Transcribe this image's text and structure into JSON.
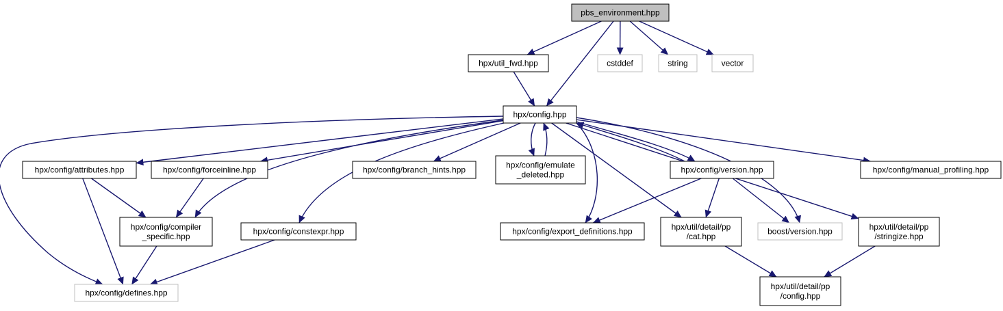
{
  "colors": {
    "background": "#ffffff",
    "edge": "#191970",
    "node_border": "#000000",
    "node_border_external": "#bfbfbf",
    "root_fill": "#bfbfbf",
    "node_fill": "#ffffff"
  },
  "nodes": [
    {
      "id": "pbs_env",
      "lines": [
        "pbs_environment.hpp"
      ],
      "style": "root"
    },
    {
      "id": "util_fwd",
      "lines": [
        "hpx/util_fwd.hpp"
      ],
      "style": "normal"
    },
    {
      "id": "cstddef",
      "lines": [
        "cstddef"
      ],
      "style": "external"
    },
    {
      "id": "string",
      "lines": [
        "string"
      ],
      "style": "external"
    },
    {
      "id": "vector",
      "lines": [
        "vector"
      ],
      "style": "external"
    },
    {
      "id": "config",
      "lines": [
        "hpx/config.hpp"
      ],
      "style": "normal"
    },
    {
      "id": "attributes",
      "lines": [
        "hpx/config/attributes.hpp"
      ],
      "style": "normal"
    },
    {
      "id": "forceinline",
      "lines": [
        "hpx/config/forceinline.hpp"
      ],
      "style": "normal"
    },
    {
      "id": "branch_hints",
      "lines": [
        "hpx/config/branch_hints.hpp"
      ],
      "style": "normal"
    },
    {
      "id": "emulate_deleted",
      "lines": [
        "hpx/config/emulate",
        "_deleted.hpp"
      ],
      "style": "normal"
    },
    {
      "id": "version",
      "lines": [
        "hpx/config/version.hpp"
      ],
      "style": "normal"
    },
    {
      "id": "manual_profiling",
      "lines": [
        "hpx/config/manual_profiling.hpp"
      ],
      "style": "normal"
    },
    {
      "id": "compiler_specific",
      "lines": [
        "hpx/config/compiler",
        "_specific.hpp"
      ],
      "style": "normal"
    },
    {
      "id": "constexpr",
      "lines": [
        "hpx/config/constexpr.hpp"
      ],
      "style": "normal"
    },
    {
      "id": "export_definitions",
      "lines": [
        "hpx/config/export_definitions.hpp"
      ],
      "style": "normal"
    },
    {
      "id": "pp_cat",
      "lines": [
        "hpx/util/detail/pp",
        "/cat.hpp"
      ],
      "style": "normal"
    },
    {
      "id": "boost_version",
      "lines": [
        "boost/version.hpp"
      ],
      "style": "external"
    },
    {
      "id": "pp_stringize",
      "lines": [
        "hpx/util/detail/pp",
        "/stringize.hpp"
      ],
      "style": "normal"
    },
    {
      "id": "defines",
      "lines": [
        "hpx/config/defines.hpp"
      ],
      "style": "external"
    },
    {
      "id": "pp_config",
      "lines": [
        "hpx/util/detail/pp",
        "/config.hpp"
      ],
      "style": "normal"
    }
  ],
  "edges": [
    {
      "from": "pbs_env",
      "to": "util_fwd"
    },
    {
      "from": "pbs_env",
      "to": "config"
    },
    {
      "from": "pbs_env",
      "to": "cstddef"
    },
    {
      "from": "pbs_env",
      "to": "string"
    },
    {
      "from": "pbs_env",
      "to": "vector"
    },
    {
      "from": "util_fwd",
      "to": "config"
    },
    {
      "from": "config",
      "to": "attributes"
    },
    {
      "from": "config",
      "to": "forceinline"
    },
    {
      "from": "config",
      "to": "branch_hints"
    },
    {
      "from": "config",
      "to": "emulate_deleted"
    },
    {
      "from": "config",
      "to": "version"
    },
    {
      "from": "config",
      "to": "manual_profiling"
    },
    {
      "from": "config",
      "to": "compiler_specific"
    },
    {
      "from": "config",
      "to": "constexpr"
    },
    {
      "from": "config",
      "to": "export_definitions"
    },
    {
      "from": "config",
      "to": "pp_cat"
    },
    {
      "from": "config",
      "to": "boost_version"
    },
    {
      "from": "config",
      "to": "pp_stringize"
    },
    {
      "from": "config",
      "to": "defines"
    },
    {
      "from": "emulate_deleted",
      "to": "config"
    },
    {
      "from": "version",
      "to": "config"
    },
    {
      "from": "version",
      "to": "export_definitions"
    },
    {
      "from": "version",
      "to": "pp_cat"
    },
    {
      "from": "version",
      "to": "boost_version"
    },
    {
      "from": "attributes",
      "to": "compiler_specific"
    },
    {
      "from": "attributes",
      "to": "defines"
    },
    {
      "from": "forceinline",
      "to": "compiler_specific"
    },
    {
      "from": "compiler_specific",
      "to": "defines"
    },
    {
      "from": "constexpr",
      "to": "defines"
    },
    {
      "from": "pp_cat",
      "to": "pp_config"
    },
    {
      "from": "pp_stringize",
      "to": "pp_config"
    }
  ]
}
